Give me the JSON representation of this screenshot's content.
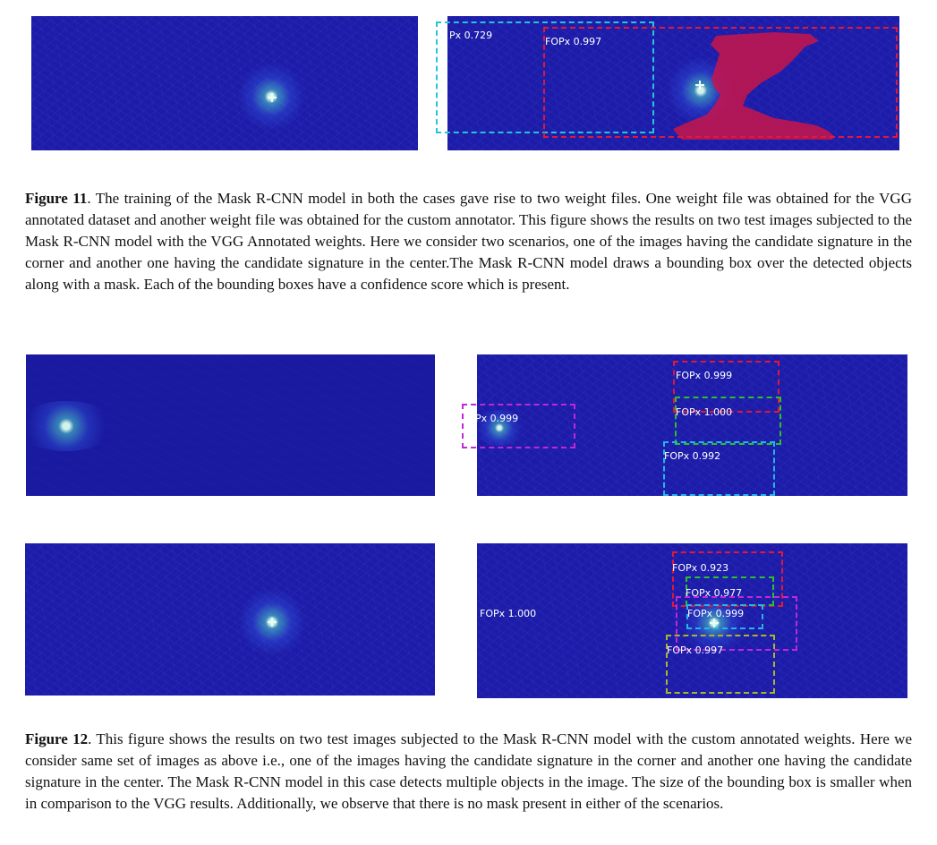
{
  "figure11": {
    "panels": [
      {
        "name": "fig11-left-image",
        "labels": []
      },
      {
        "name": "fig11-right-image",
        "labels": [
          {
            "text": "Px 0.729",
            "color": "#22c6d8"
          },
          {
            "text": "FOPx 0.997",
            "color": "#e0183a"
          }
        ]
      }
    ],
    "mask_color": "#c8154a",
    "caption": {
      "label": "Figure 11",
      "text": ". The training of the Mask R-CNN model in both the cases gave rise to two weight files. One weight file was obtained for the VGG annotated dataset and another weight file was obtained for the custom annotator. This figure shows the results on two test images subjected to the Mask R-CNN model with the VGG Annotated weights. Here we consider two scenarios, one of the images having the candidate signature in the corner and another one having the candidate signature in the center.The Mask R-CNN model draws a bounding box over the detected objects along with a mask. Each of the bounding boxes have a confidence score which is present."
    }
  },
  "figure12": {
    "panels": [
      {
        "name": "fig12-top-left-image",
        "labels": []
      },
      {
        "name": "fig12-top-right-image",
        "labels": [
          {
            "text": "Px 0.999",
            "color": "#c227d8"
          },
          {
            "text": "FOPx 0.999",
            "color": "#e0183a"
          },
          {
            "text": "FOPx 1.000",
            "color": "#2cc02c"
          },
          {
            "text": "FOPx 0.992",
            "color": "#22b6e8"
          }
        ]
      },
      {
        "name": "fig12-bottom-left-image",
        "labels": []
      },
      {
        "name": "fig12-bottom-right-image",
        "labels": [
          {
            "text": "FOPx 1.000",
            "color": ""
          },
          {
            "text": "FOPx 0.923",
            "color": "#e0183a"
          },
          {
            "text": "FOPx 0.977",
            "color": "#2cc02c"
          },
          {
            "text": "FOPx 0.999",
            "color": "#22b6e8"
          },
          {
            "text": "FOPx 0.997",
            "color": "#a8b820"
          },
          {
            "text": "",
            "color": "#c227d8"
          }
        ]
      }
    ],
    "caption": {
      "label": "Figure 12",
      "text": ". This figure shows the results on two test images subjected to the Mask R-CNN model with the custom annotated weights. Here we consider same set of images as above i.e., one of the images having the candidate signature in the corner and another one having the candidate signature in the center. The Mask R-CNN model in this case detects multiple objects in the image. The size of the bounding box is smaller when in comparison to the VGG results. Additionally, we observe that there is no mask present in either of the scenarios."
    }
  }
}
